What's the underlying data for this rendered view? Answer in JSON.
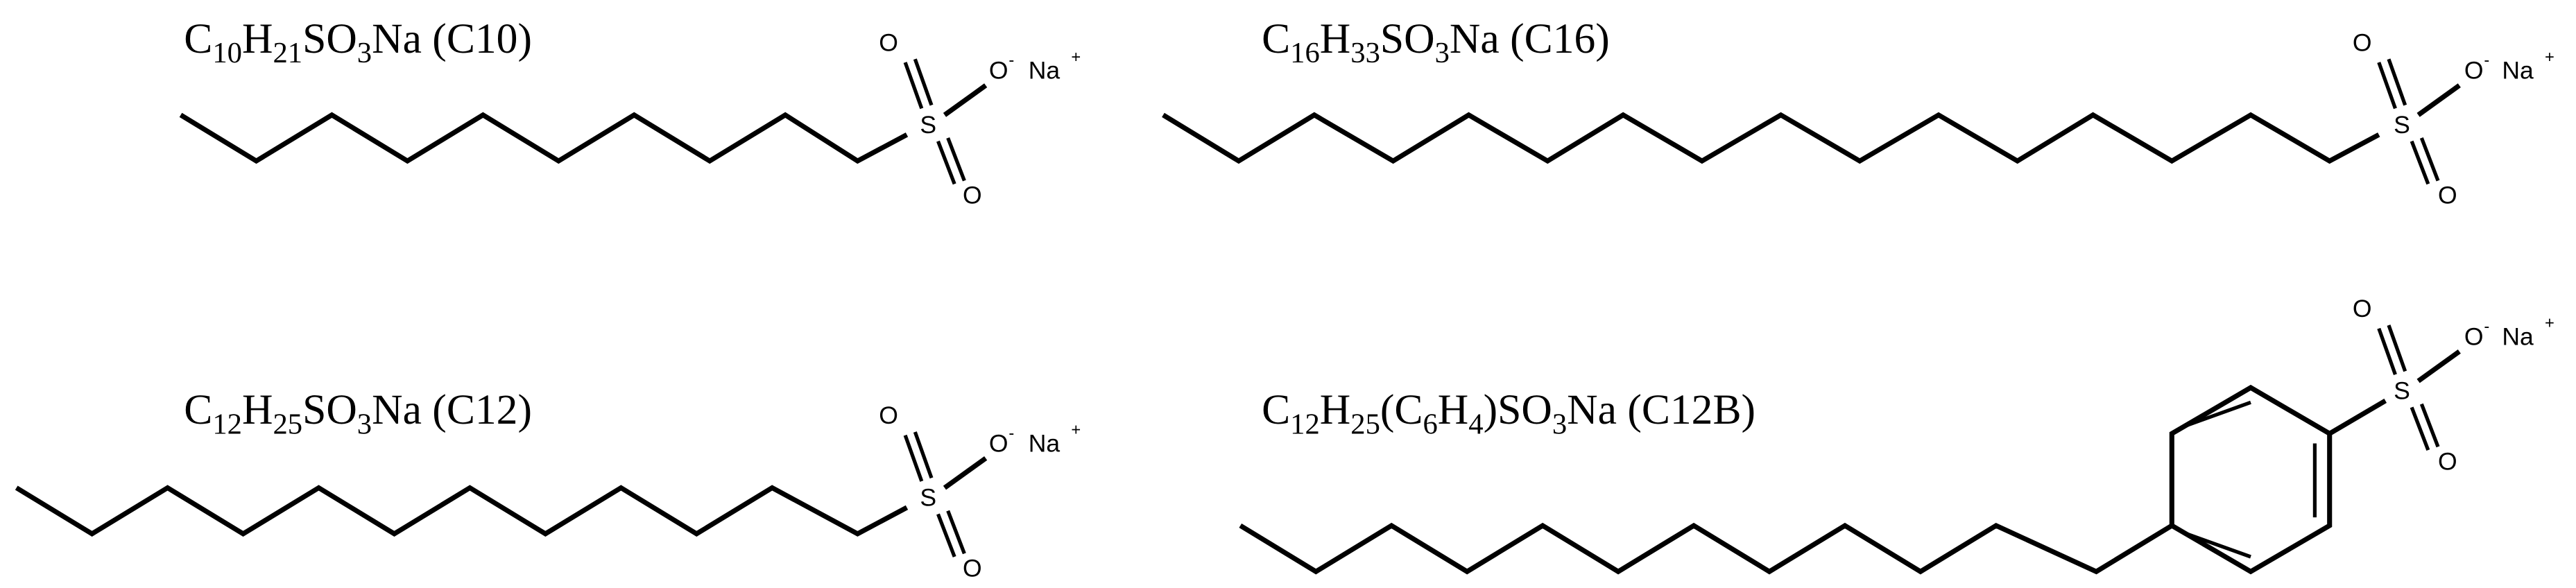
{
  "figure": {
    "description": "Chemical structures of four sodium sulfonate surfactants",
    "molecules": [
      {
        "id": "C10",
        "label_parts": [
          {
            "t": "C",
            "sub": false
          },
          {
            "t": "10",
            "sub": true
          },
          {
            "t": "H",
            "sub": false
          },
          {
            "t": "21",
            "sub": true
          },
          {
            "t": "SO",
            "sub": false
          },
          {
            "t": "3",
            "sub": true
          },
          {
            "t": "Na (C10)",
            "sub": false
          }
        ],
        "label_text": "C10H21SO3Na (C10)",
        "chain_carbons": 10,
        "headgroup": {
          "S": "S",
          "O_top": "O",
          "O_bottom": "O",
          "O_minus": "O",
          "minus": "-",
          "Na": "Na",
          "plus": "+"
        }
      },
      {
        "id": "C16",
        "label_parts": [
          {
            "t": "C",
            "sub": false
          },
          {
            "t": "16",
            "sub": true
          },
          {
            "t": "H",
            "sub": false
          },
          {
            "t": "33",
            "sub": true
          },
          {
            "t": "SO",
            "sub": false
          },
          {
            "t": "3",
            "sub": true
          },
          {
            "t": "Na (C16)",
            "sub": false
          }
        ],
        "label_text": "C16H33SO3Na (C16)",
        "chain_carbons": 16,
        "headgroup": {
          "S": "S",
          "O_top": "O",
          "O_bottom": "O",
          "O_minus": "O",
          "minus": "-",
          "Na": "Na",
          "plus": "+"
        }
      },
      {
        "id": "C12",
        "label_parts": [
          {
            "t": "C",
            "sub": false
          },
          {
            "t": "12",
            "sub": true
          },
          {
            "t": "H",
            "sub": false
          },
          {
            "t": "25",
            "sub": true
          },
          {
            "t": "SO",
            "sub": false
          },
          {
            "t": "3",
            "sub": true
          },
          {
            "t": "Na (C12)",
            "sub": false
          }
        ],
        "label_text": "C12H25SO3Na (C12)",
        "chain_carbons": 12,
        "headgroup": {
          "S": "S",
          "O_top": "O",
          "O_bottom": "O",
          "O_minus": "O",
          "minus": "-",
          "Na": "Na",
          "plus": "+"
        }
      },
      {
        "id": "C12B",
        "label_parts": [
          {
            "t": "C",
            "sub": false
          },
          {
            "t": "12",
            "sub": true
          },
          {
            "t": "H",
            "sub": false
          },
          {
            "t": "25",
            "sub": true
          },
          {
            "t": "(C",
            "sub": false
          },
          {
            "t": "6",
            "sub": true
          },
          {
            "t": "H",
            "sub": false
          },
          {
            "t": "4",
            "sub": true
          },
          {
            "t": ")SO",
            "sub": false
          },
          {
            "t": "3",
            "sub": true
          },
          {
            "t": "Na (C12B)",
            "sub": false
          }
        ],
        "label_text": "C12H25(C6H4)SO3Na (C12B)",
        "chain_carbons": 12,
        "aromatic_ring": "benzene (para-substituted)",
        "headgroup": {
          "S": "S",
          "O_top": "O",
          "O_bottom": "O",
          "O_minus": "O",
          "minus": "-",
          "Na": "Na",
          "plus": "+"
        }
      }
    ],
    "colors": {
      "background": "#ffffff",
      "ink": "#000000"
    }
  }
}
